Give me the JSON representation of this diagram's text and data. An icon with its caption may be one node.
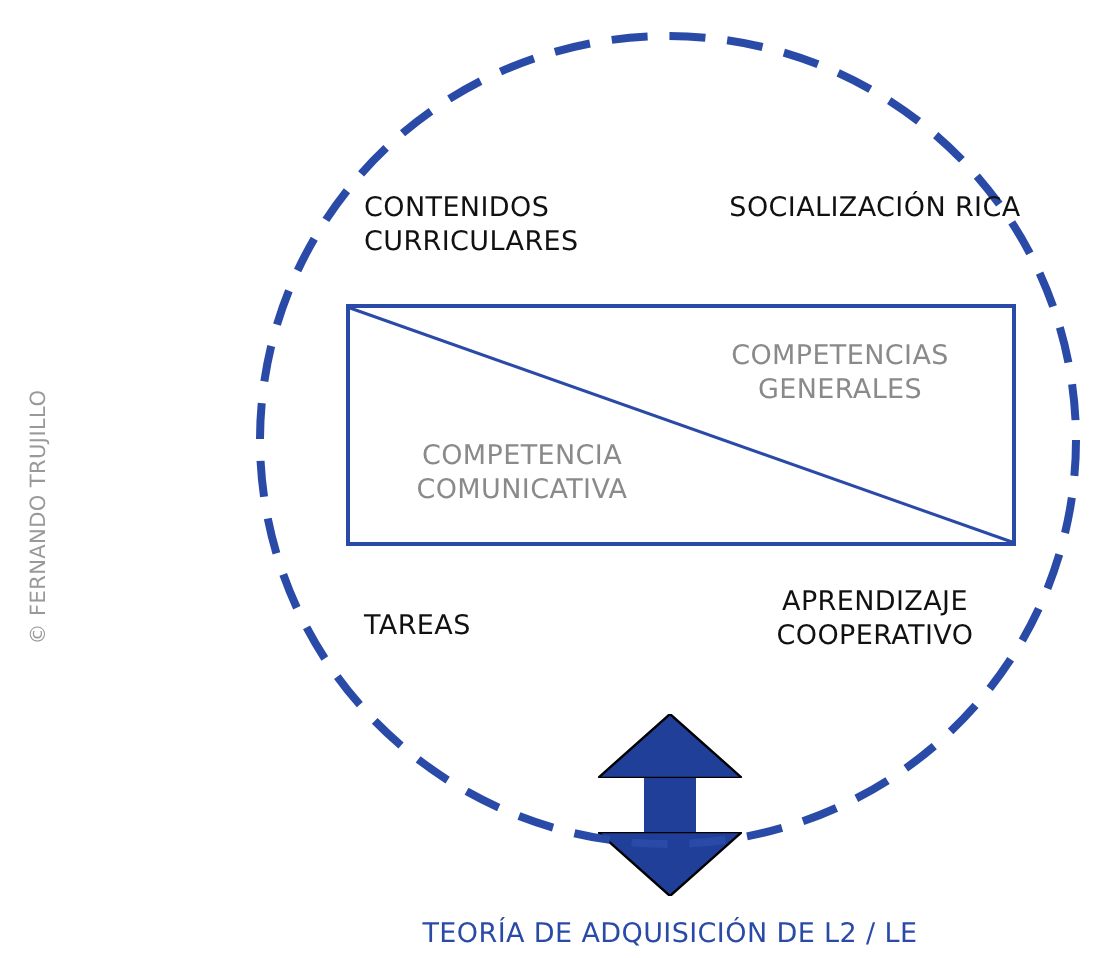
{
  "diagram": {
    "nodes": [
      {
        "text": [],
        "shape": "circle"
      },
      {
        "text": [
          "CONTENIDOS CURRICULARES"
        ],
        "in": 0
      },
      {
        "text": [
          "SOCIALIZACIÓN RICA"
        ],
        "in": 0
      },
      {
        "text": [
          "COMPETENCIAS GENERALES",
          "COMPETENCIA COMUNICATIVA"
        ],
        "in": 0
      },
      {
        "text": [
          "TAREAS"
        ],
        "in": 0
      },
      {
        "text": [
          "APRENDIZAJE COOPERATIVO"
        ],
        "in": 0
      },
      {
        "text": [
          "TEORÍA DE ADQUISICIÓN DE L2 / LE"
        ]
      }
    ],
    "edges": [
      {
        "from": 6,
        "to": 0,
        "arrow": "both",
        "color": "#1f3f99"
      }
    ],
    "labels": [
      "© FERNANDO TRUJILLO"
    ]
  }
}
